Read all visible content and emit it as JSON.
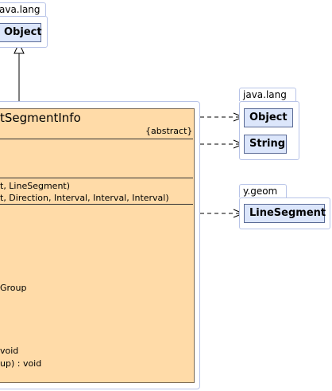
{
  "packages": {
    "top": {
      "label": "ava.lang",
      "classes": [
        "Object"
      ]
    },
    "java_lang": {
      "label": "java.lang",
      "classes": [
        "Object",
        "String"
      ]
    },
    "y_geom": {
      "label": "y.geom",
      "classes": [
        "LineSegment"
      ]
    }
  },
  "main_class": {
    "name": "tSegmentInfo",
    "stereotype": "{abstract}",
    "constructors": [
      "t, LineSegment)",
      "t, Direction, Interval, Interval, Interval)"
    ],
    "methods": [
      "Group",
      "void",
      "up) : void"
    ]
  },
  "colors": {
    "class_fill": "#ffdba8",
    "ref_fill": "#dce6fb",
    "package_border": "#b8c4e8"
  }
}
